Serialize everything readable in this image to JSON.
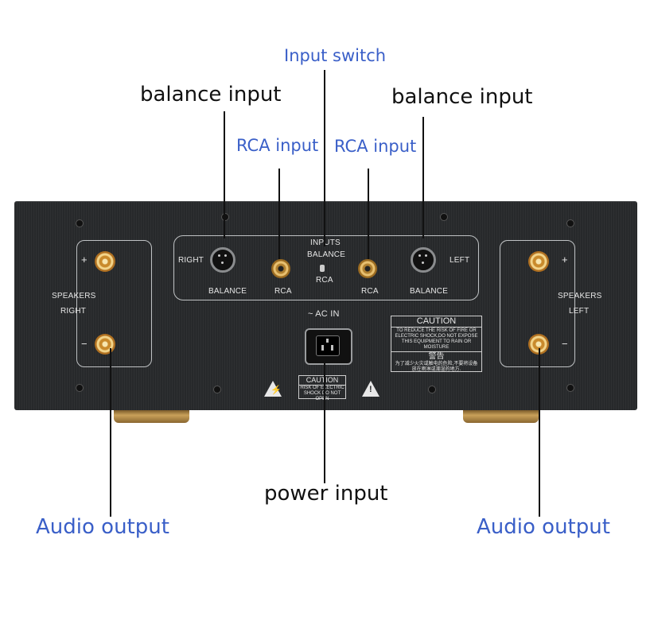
{
  "callouts": {
    "input_switch": "Input switch",
    "balance_input_left": "balance input",
    "balance_input_right": "balance input",
    "rca_input_left": "RCA input",
    "rca_input_right": "RCA input",
    "power_input": "power input",
    "audio_output_left": "Audio output",
    "audio_output_right": "Audio output"
  },
  "panel": {
    "right_speakers_title": "SPEAKERS",
    "right_speakers_side": "RIGHT",
    "left_speakers_title": "SPEAKERS",
    "left_speakers_side": "LEFT",
    "plus": "+",
    "minus": "−",
    "input_right_label": "RIGHT",
    "input_left_label": "LEFT",
    "balance_label_left": "BALANCE",
    "balance_label_right": "BALANCE",
    "rca_label_left": "RCA",
    "rca_label_right": "RCA",
    "switch_title": "INPUTS",
    "switch_balance": "BALANCE",
    "switch_rca": "RCA",
    "ac_in": "~ AC IN",
    "caution_title": "CAUTION",
    "caution_text": "TO REDUCE THE RISK OF FIRE OR ELECTRIC SHOCK,DO NOT EXPOSE THIS EQUIPMENT TO RAIN OR MOISTURE",
    "caution_cn_title": "警告",
    "caution_cn_text": "为了减少火灾或触电的危险,不要将设备放在雨淋或潮湿的地方.",
    "caution_small_title": "CAUTION",
    "caution_small_text": "RISK OF ELECTRIC SHOCK DO NOT OPEN"
  },
  "colors": {
    "callout_dark": "#111111",
    "callout_blue": "#3a5fc8",
    "chassis": "#27292b",
    "feet": "#c9a15a"
  }
}
